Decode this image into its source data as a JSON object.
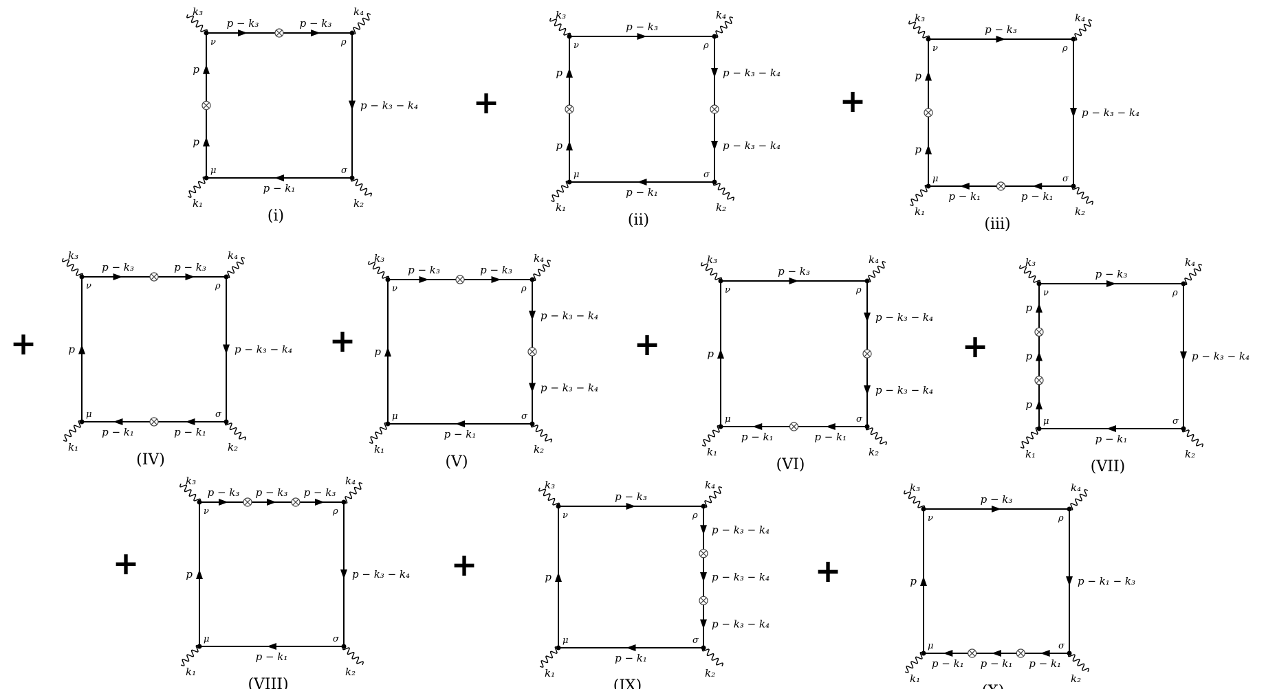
{
  "plus_sign": "+",
  "diagrams": [
    {
      "caption": "(i)",
      "vertices": {
        "mu": "μ",
        "nu": "ν",
        "rho": "ρ",
        "sigma": "σ"
      },
      "momenta": {
        "k1": "k₁",
        "k2": "k₂",
        "k3": "k₃",
        "k4": "k₄"
      },
      "sides": {
        "top": {
          "direction": "right",
          "insertions": 1,
          "labels": [
            "p − k₃",
            "p − k₃"
          ]
        },
        "right": {
          "direction": "down",
          "insertions": 0,
          "labels": [
            "p − k₃ − k₄"
          ]
        },
        "bottom": {
          "direction": "left",
          "insertions": 0,
          "labels": [
            "p − k₁"
          ]
        },
        "left": {
          "direction": "up",
          "insertions": 1,
          "labels": [
            "p",
            "p"
          ]
        }
      }
    },
    {
      "caption": "(ii)",
      "vertices": {
        "mu": "μ",
        "nu": "ν",
        "rho": "ρ",
        "sigma": "σ"
      },
      "momenta": {
        "k1": "k₁",
        "k2": "k₂",
        "k3": "k₃",
        "k4": "k₄"
      },
      "sides": {
        "top": {
          "direction": "right",
          "insertions": 0,
          "labels": [
            "p − k₃"
          ]
        },
        "right": {
          "direction": "down",
          "insertions": 1,
          "labels": [
            "p − k₃ − k₄",
            "p − k₃ − k₄"
          ]
        },
        "bottom": {
          "direction": "left",
          "insertions": 0,
          "labels": [
            "p − k₁"
          ]
        },
        "left": {
          "direction": "up",
          "insertions": 1,
          "labels": [
            "p",
            "p"
          ]
        }
      }
    },
    {
      "caption": "(iii)",
      "vertices": {
        "mu": "μ",
        "nu": "ν",
        "rho": "ρ",
        "sigma": "σ"
      },
      "momenta": {
        "k1": "k₁",
        "k2": "k₂",
        "k3": "k₃",
        "k4": "k₄"
      },
      "sides": {
        "top": {
          "direction": "right",
          "insertions": 0,
          "labels": [
            "p − k₃"
          ]
        },
        "right": {
          "direction": "down",
          "insertions": 0,
          "labels": [
            "p − k₃ − k₄"
          ]
        },
        "bottom": {
          "direction": "left",
          "insertions": 1,
          "labels": [
            "p − k₁",
            "p − k₁"
          ]
        },
        "left": {
          "direction": "up",
          "insertions": 1,
          "labels": [
            "p",
            "p"
          ]
        }
      }
    },
    {
      "caption": "(IV)",
      "vertices": {
        "mu": "μ",
        "nu": "ν",
        "rho": "ρ",
        "sigma": "σ"
      },
      "momenta": {
        "k1": "k₁",
        "k2": "k₂",
        "k3": "k₃",
        "k4": "k₄"
      },
      "sides": {
        "top": {
          "direction": "right",
          "insertions": 1,
          "labels": [
            "p − k₃",
            "p − k₃"
          ]
        },
        "right": {
          "direction": "down",
          "insertions": 0,
          "labels": [
            "p − k₃ − k₄"
          ]
        },
        "bottom": {
          "direction": "left",
          "insertions": 1,
          "labels": [
            "p − k₁",
            "p − k₁"
          ]
        },
        "left": {
          "direction": "up",
          "insertions": 0,
          "labels": [
            "p"
          ]
        }
      }
    },
    {
      "caption": "(V)",
      "vertices": {
        "mu": "μ",
        "nu": "ν",
        "rho": "ρ",
        "sigma": "σ"
      },
      "momenta": {
        "k1": "k₁",
        "k2": "k₂",
        "k3": "k₃",
        "k4": "k₄"
      },
      "sides": {
        "top": {
          "direction": "right",
          "insertions": 1,
          "labels": [
            "p − k₃",
            "p − k₃"
          ]
        },
        "right": {
          "direction": "down",
          "insertions": 1,
          "labels": [
            "p − k₃ − k₄",
            "p − k₃ − k₄"
          ]
        },
        "bottom": {
          "direction": "left",
          "insertions": 0,
          "labels": [
            "p − k₁"
          ]
        },
        "left": {
          "direction": "up",
          "insertions": 0,
          "labels": [
            "p"
          ]
        }
      }
    },
    {
      "caption": "(VI)",
      "vertices": {
        "mu": "μ",
        "nu": "ν",
        "rho": "ρ",
        "sigma": "σ"
      },
      "momenta": {
        "k1": "k₁",
        "k2": "k₂",
        "k3": "k₃",
        "k4": "k₄"
      },
      "sides": {
        "top": {
          "direction": "right",
          "insertions": 0,
          "labels": [
            "p − k₃"
          ]
        },
        "right": {
          "direction": "down",
          "insertions": 1,
          "labels": [
            "p − k₃ − k₄",
            "p − k₃ − k₄"
          ]
        },
        "bottom": {
          "direction": "left",
          "insertions": 1,
          "labels": [
            "p − k₁",
            "p − k₁"
          ]
        },
        "left": {
          "direction": "up",
          "insertions": 0,
          "labels": [
            "p"
          ]
        }
      }
    },
    {
      "caption": "(VII)",
      "vertices": {
        "mu": "μ",
        "nu": "ν",
        "rho": "ρ",
        "sigma": "σ"
      },
      "momenta": {
        "k1": "k₁",
        "k2": "k₂",
        "k3": "k₃",
        "k4": "k₄"
      },
      "sides": {
        "top": {
          "direction": "right",
          "insertions": 0,
          "labels": [
            "p − k₃"
          ]
        },
        "right": {
          "direction": "down",
          "insertions": 0,
          "labels": [
            "p − k₃ − k₄"
          ]
        },
        "bottom": {
          "direction": "left",
          "insertions": 0,
          "labels": [
            "p − k₁"
          ]
        },
        "left": {
          "direction": "up",
          "insertions": 2,
          "labels": [
            "p",
            "p",
            "p"
          ]
        }
      }
    },
    {
      "caption": "(VIII)",
      "vertices": {
        "mu": "μ",
        "nu": "ν",
        "rho": "ρ",
        "sigma": "σ"
      },
      "momenta": {
        "k1": "k₁",
        "k2": "k₂",
        "k3": "k₃",
        "k4": "k₄"
      },
      "sides": {
        "top": {
          "direction": "right",
          "insertions": 2,
          "labels": [
            "p − k₃",
            "p − k₃",
            "p − k₃"
          ]
        },
        "right": {
          "direction": "down",
          "insertions": 0,
          "labels": [
            "p − k₃ − k₄"
          ]
        },
        "bottom": {
          "direction": "left",
          "insertions": 0,
          "labels": [
            "p − k₁"
          ]
        },
        "left": {
          "direction": "up",
          "insertions": 0,
          "labels": [
            "p"
          ]
        }
      }
    },
    {
      "caption": "(IX)",
      "vertices": {
        "mu": "μ",
        "nu": "ν",
        "rho": "ρ",
        "sigma": "σ"
      },
      "momenta": {
        "k1": "k₁",
        "k2": "k₂",
        "k3": "k₃",
        "k4": "k₄"
      },
      "sides": {
        "top": {
          "direction": "right",
          "insertions": 0,
          "labels": [
            "p − k₃"
          ]
        },
        "right": {
          "direction": "down",
          "insertions": 2,
          "labels": [
            "p − k₃ − k₄",
            "p − k₃ − k₄",
            "p − k₃ − k₄"
          ]
        },
        "bottom": {
          "direction": "left",
          "insertions": 0,
          "labels": [
            "p − k₁"
          ]
        },
        "left": {
          "direction": "up",
          "insertions": 0,
          "labels": [
            "p"
          ]
        }
      }
    },
    {
      "caption": "(X)",
      "vertices": {
        "mu": "μ",
        "nu": "ν",
        "rho": "ρ",
        "sigma": "σ"
      },
      "momenta": {
        "k1": "k₁",
        "k2": "k₂",
        "k3": "k₃",
        "k4": "k₄"
      },
      "sides": {
        "top": {
          "direction": "right",
          "insertions": 0,
          "labels": [
            "p − k₃"
          ]
        },
        "right": {
          "direction": "down",
          "insertions": 0,
          "labels": [
            "p − k₁ − k₃"
          ]
        },
        "bottom": {
          "direction": "left",
          "insertions": 2,
          "labels": [
            "p − k₁",
            "p − k₁",
            "p − k₁"
          ]
        },
        "left": {
          "direction": "up",
          "insertions": 0,
          "labels": [
            "p"
          ]
        }
      }
    }
  ]
}
